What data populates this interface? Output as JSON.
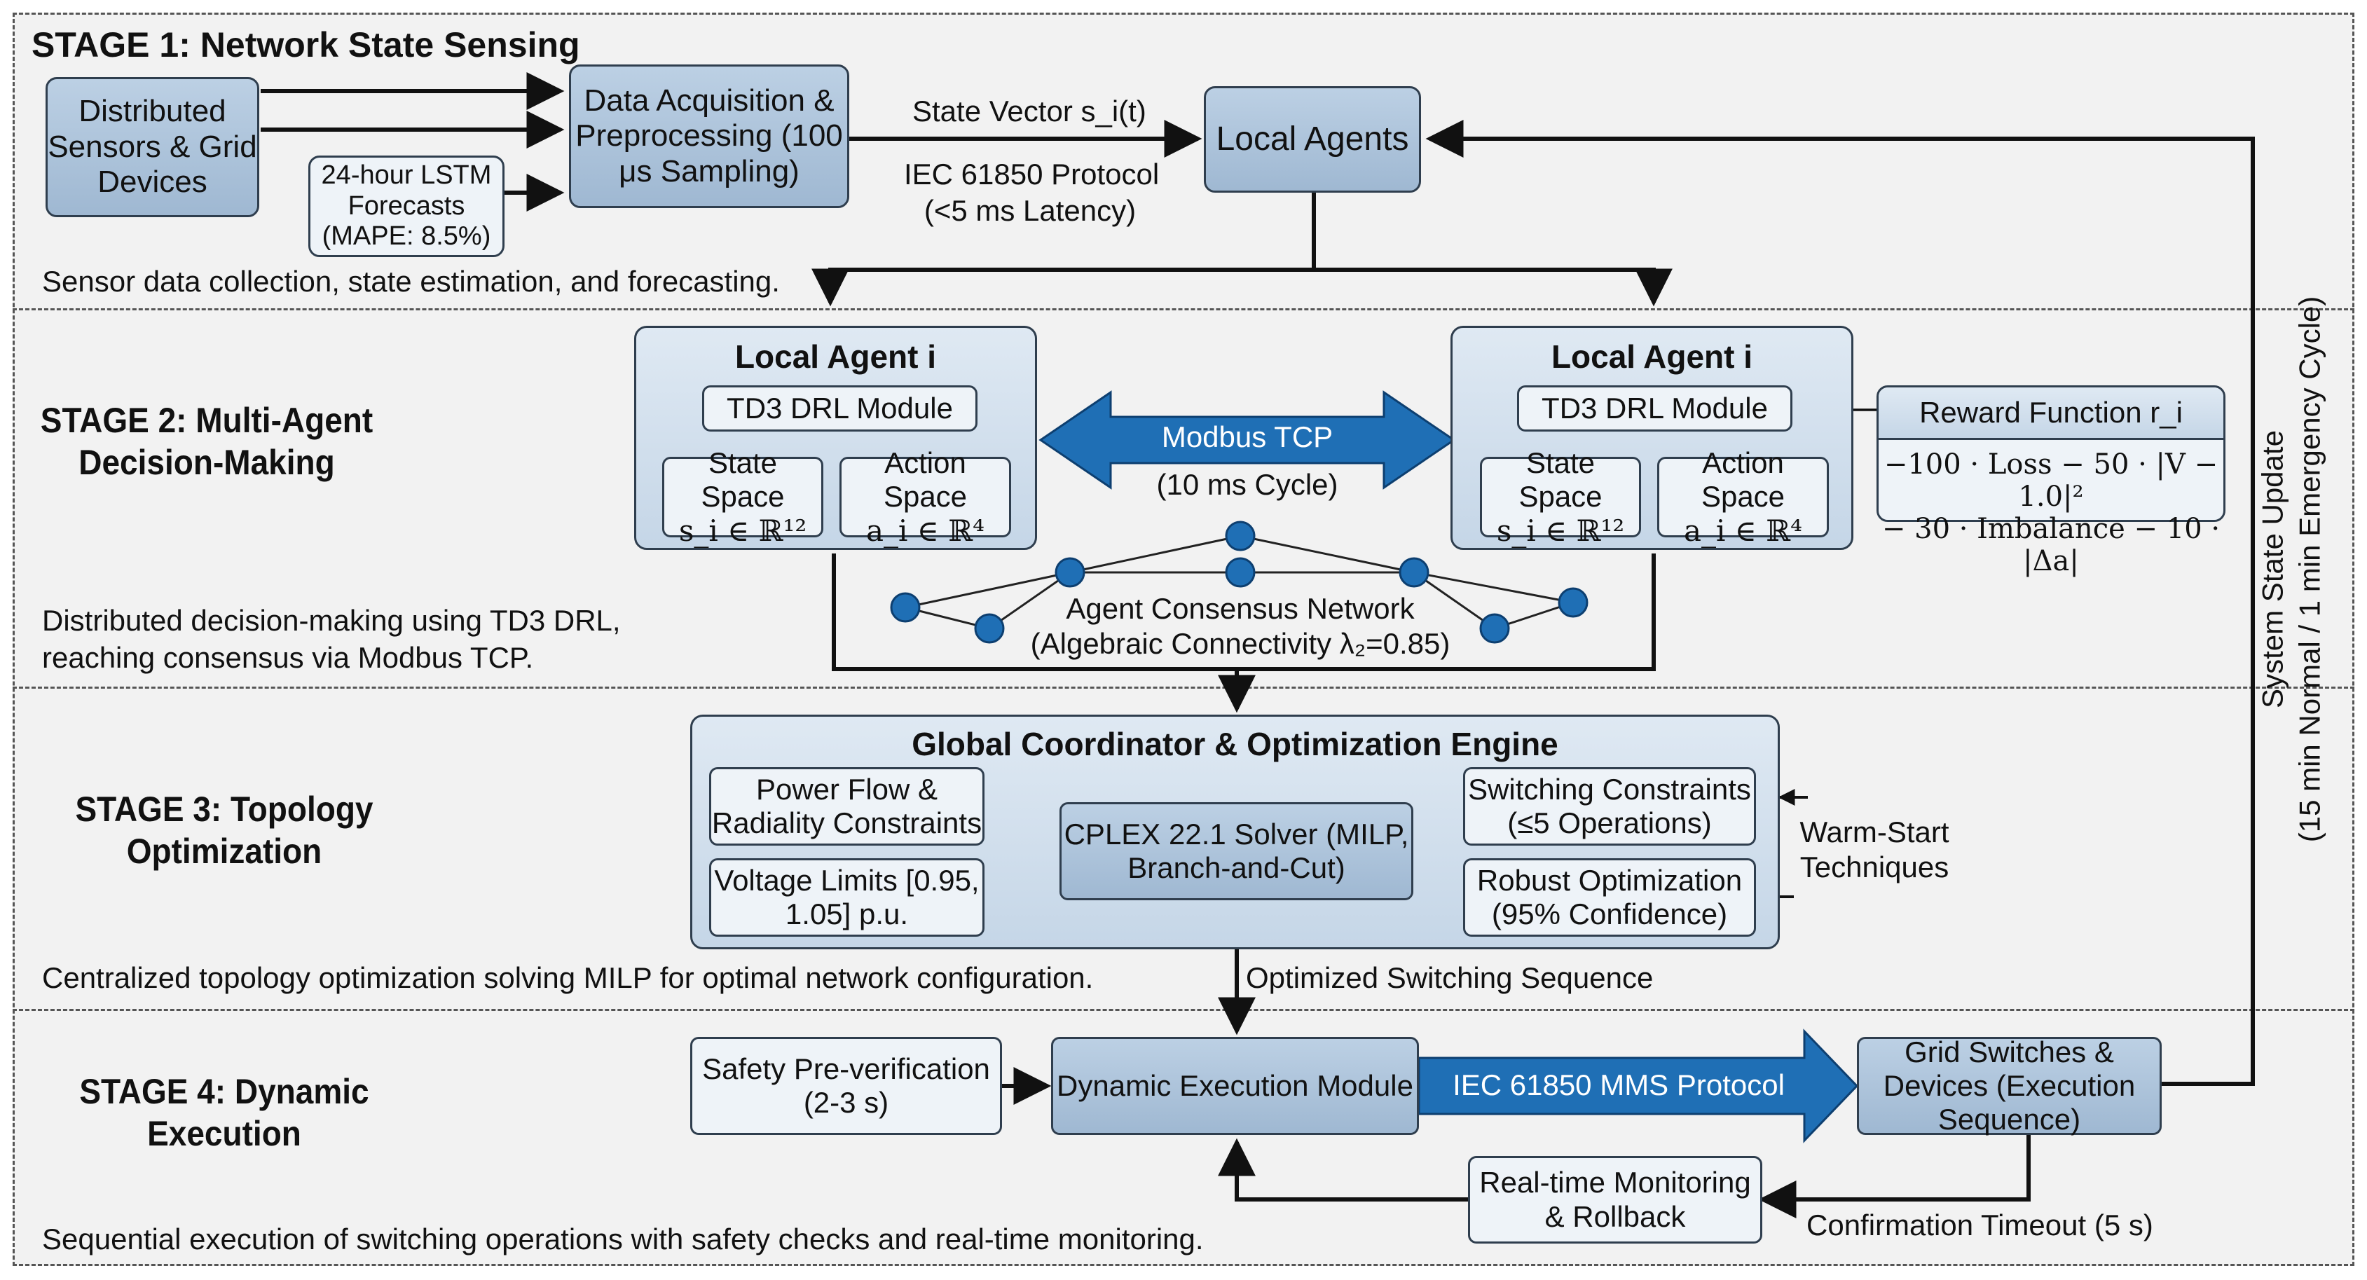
{
  "stage1": {
    "title": "STAGE 1: Network State Sensing",
    "sensors": "Distributed Sensors & Grid Devices",
    "lstm": "24-hour LSTM Forecasts (MAPE: 8.5%)",
    "acquisition": "Data Acquisition & Preprocessing (100 μs Sampling)",
    "state_vector": "State Vector s_i(t)",
    "protocol": "IEC 61850 Protocol",
    "latency": "(<5 ms Latency)",
    "local_agents": "Local Agents",
    "caption": "Sensor data collection, state estimation, and forecasting."
  },
  "stage2": {
    "title": "STAGE 2: Multi-Agent Decision-Making",
    "agent_title": "Local Agent i",
    "td3": "TD3 DRL Module",
    "state_space": "State Space",
    "state_math": "s_i ∈ ℝ¹²",
    "action_space": "Action Space",
    "action_math": "a_i ∈ ℝ⁴",
    "modbus": "Modbus TCP",
    "cycle": "(10 ms Cycle)",
    "reward_title": "Reward Function r_i",
    "reward_line1": "−100 · Loss − 50 · |V − 1.0|²",
    "reward_line2": "− 30 · Imbalance − 10 · |Δa|",
    "consensus": "Agent Consensus Network",
    "connectivity": "(Algebraic Connectivity λ₂=0.85)",
    "caption1": "Distributed decision-making using TD3 DRL,",
    "caption2": "reaching consensus via Modbus TCP."
  },
  "stage3": {
    "title": "STAGE 3: Topology Optimization",
    "engine": "Global Coordinator & Optimization Engine",
    "power_flow": "Power Flow & Radiality Constraints",
    "voltage": "Voltage Limits [0.95, 1.05] p.u.",
    "solver": "CPLEX 22.1 Solver (MILP, Branch-and-Cut)",
    "switching": "Switching Constraints (≤5 Operations)",
    "robust": "Robust Optimization (95% Confidence)",
    "warm_start": "Warm-Start Techniques",
    "caption": "Centralized topology optimization solving MILP for optimal network configuration.",
    "sequence": "Optimized Switching Sequence"
  },
  "stage4": {
    "title": "STAGE 4: Dynamic Execution",
    "safety": "Safety Pre-verification (2-3 s)",
    "execution": "Dynamic Execution Module",
    "mms": "IEC 61850 MMS Protocol",
    "grid": "Grid Switches & Devices (Execution Sequence)",
    "monitoring": "Real-time Monitoring & Rollback",
    "timeout": "Confirmation Timeout (5 s)",
    "caption": "Sequential execution of switching operations with safety checks and real-time monitoring."
  },
  "feedback": {
    "line1": "System State Update",
    "line2": "(15 min Normal / 1 min Emergency Cycle)"
  },
  "colors": {
    "arrow": "#111111",
    "blue_arrow": "#1f6fb5",
    "node": "#1f6fb5"
  }
}
